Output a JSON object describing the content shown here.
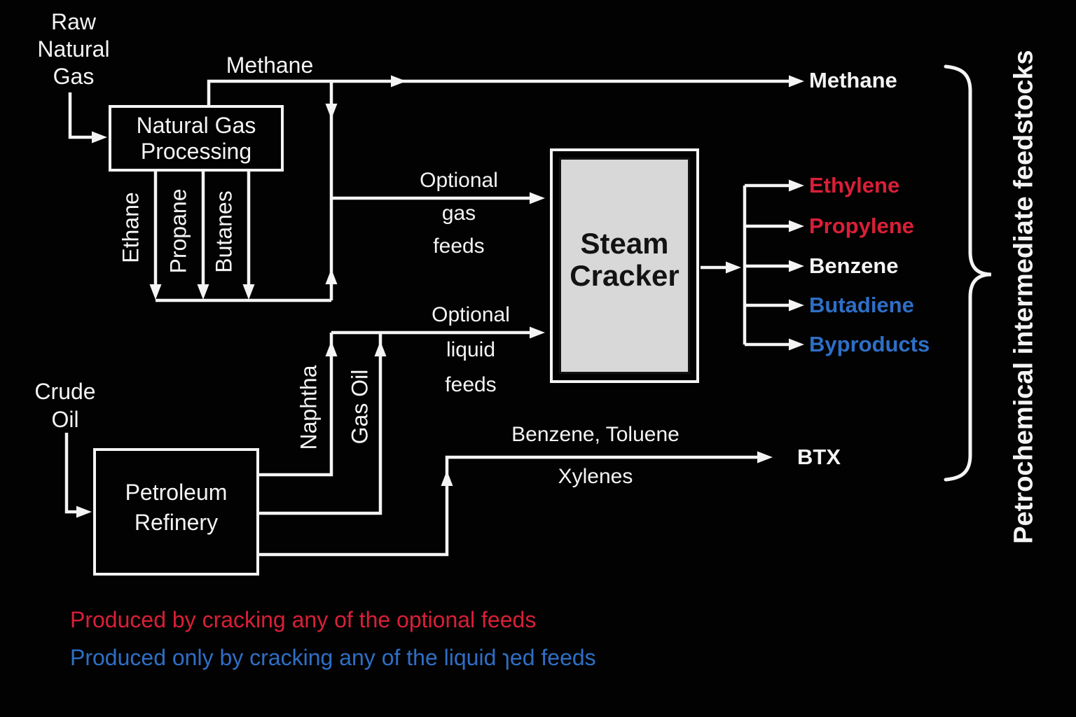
{
  "colors": {
    "background": "#020202",
    "line": "#f4f4f4",
    "text": "#f4f4f4",
    "red": "#da1f38",
    "blue": "#2e6fc6",
    "cracker_fill": "#d8d8d8",
    "cracker_text": "#131313"
  },
  "sources": {
    "raw_natural_gas": [
      "Raw",
      "Natural",
      "Gas"
    ],
    "crude_oil": [
      "Crude",
      "Oil"
    ]
  },
  "process_boxes": {
    "natural_gas_processing": [
      "Natural Gas",
      "Processing"
    ],
    "steam_cracker": [
      "Steam",
      "Cracker"
    ],
    "petroleum_refinery": [
      "Petroleum",
      "Refinery"
    ]
  },
  "streams": {
    "methane_top": "Methane",
    "ethane": "Ethane",
    "propane": "Propane",
    "butanes": "Butanes",
    "optional_gas_feeds": [
      "Optional",
      "gas",
      "feeds"
    ],
    "naphtha": "Naphtha",
    "gas_oil": "Gas Oil",
    "optional_liquid_feeds": [
      "Optional",
      "liquid",
      "feeds"
    ],
    "btx_feed": [
      "Benzene, Toluene",
      "Xylenes"
    ]
  },
  "outputs": [
    {
      "label": "Methane",
      "color": "#f4f4f4"
    },
    {
      "label": "Ethylene",
      "color": "#da1f38"
    },
    {
      "label": "Propylene",
      "color": "#da1f38"
    },
    {
      "label": "Benzene",
      "color": "#f4f4f4"
    },
    {
      "label": "Butadiene",
      "color": "#2e6fc6"
    },
    {
      "label": "Byproducts",
      "color": "#2e6fc6"
    },
    {
      "label": "BTX",
      "color": "#f4f4f4"
    }
  ],
  "side_label": "Petrochemical intermediate feedstocks",
  "legend": [
    {
      "text": "Produced by cracking any of the optional feeds",
      "color": "#da1f38"
    },
    {
      "text": "Produced only by cracking any of the liquid ɿed feeds",
      "color": "#2e6fc6"
    }
  ]
}
